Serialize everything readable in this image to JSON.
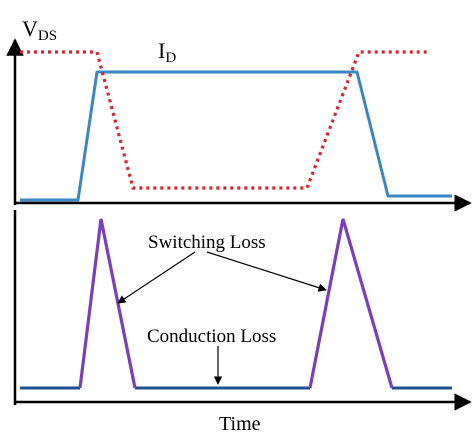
{
  "labels": {
    "vds_main": "V",
    "vds_sub": "DS",
    "id_main": "I",
    "id_sub": "D",
    "switching_loss": "Switching Loss",
    "conduction_loss": "Conduction Loss",
    "time": "Time"
  },
  "colors": {
    "axis": "#000000",
    "id_trace": "#3b86c6",
    "vds_trace": "#e0202a",
    "loss_trace": "#7a3fc0",
    "base_trace": "#1f4f8f"
  }
}
